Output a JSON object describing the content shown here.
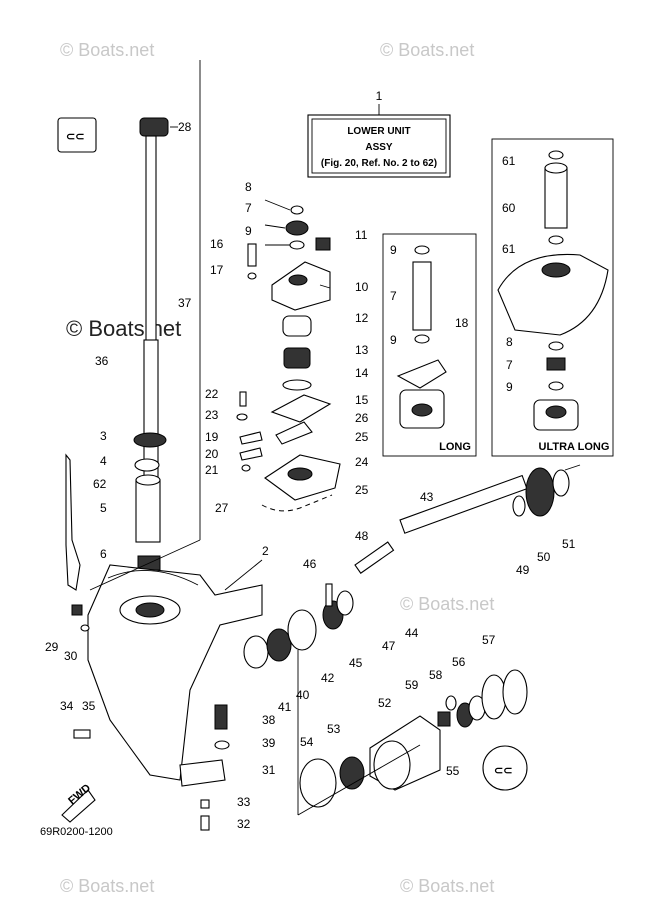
{
  "watermarks": [
    "© Boats.net",
    "© Boats.net",
    "© Boats.net",
    "© Boats.net",
    "© Boats.net",
    "© Boats.net"
  ],
  "title_box": {
    "line1": "LOWER UNIT",
    "line2": "ASSY",
    "line3": "(Fig. 20, Ref. No. 2 to 62)"
  },
  "labels": {
    "long": "LONG",
    "ultra_long": "ULTRA LONG",
    "fwd": "FWD",
    "part_code": "69R0200-1200"
  },
  "callouts": {
    "c1": "1",
    "c2": "2",
    "c3": "3",
    "c4": "4",
    "c5": "5",
    "c6": "6",
    "c7": "7",
    "c8": "8",
    "c9": "9",
    "c10": "10",
    "c11": "11",
    "c12": "12",
    "c13": "13",
    "c14": "14",
    "c15": "15",
    "c16": "16",
    "c17": "17",
    "c18": "18",
    "c19": "19",
    "c20": "20",
    "c21": "21",
    "c22": "22",
    "c23": "23",
    "c24": "24",
    "c25a": "25",
    "c25b": "25",
    "c26": "26",
    "c27": "27",
    "c28": "28",
    "c29": "29",
    "c30": "30",
    "c31": "31",
    "c32": "32",
    "c33": "33",
    "c34": "34",
    "c35": "35",
    "c36": "36",
    "c37": "37",
    "c38": "38",
    "c39": "39",
    "c40": "40",
    "c41": "41",
    "c42": "42",
    "c43": "43",
    "c44": "44",
    "c45": "45",
    "c46": "46",
    "c47": "47",
    "c48": "48",
    "c49": "49",
    "c50": "50",
    "c51": "51",
    "c52": "52",
    "c53": "53",
    "c54": "54",
    "c55": "55",
    "c56": "56",
    "c57": "57",
    "c58": "58",
    "c59": "59",
    "c60": "60",
    "c61a": "61",
    "c61b": "61",
    "c62": "62",
    "l7": "7",
    "l9a": "9",
    "l9b": "9",
    "u7": "7",
    "u8": "8",
    "u9": "9"
  }
}
